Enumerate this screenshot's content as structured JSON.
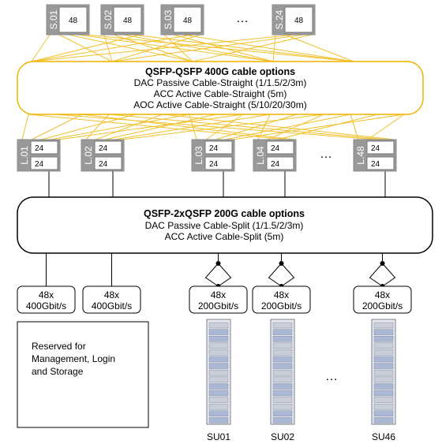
{
  "spine_switches": [
    {
      "name": "S.01",
      "ports": "48"
    },
    {
      "name": "S.02",
      "ports": "48"
    },
    {
      "name": "S.03",
      "ports": "48"
    },
    {
      "name": "S.24",
      "ports": "48"
    }
  ],
  "spine_ellipsis": "…",
  "top_options": {
    "title": "QSFP-QSFP 400G cable options",
    "lines": [
      "DAC Passive Cable-Straight (1/1.5/2/3m)",
      "ACC Active Cable-Straight (5m)",
      "AOC Active Cable-Straight (5/10/20/30m)"
    ]
  },
  "leaf_switches": [
    {
      "name": "L.01",
      "ports_top": "24",
      "ports_bottom": "24"
    },
    {
      "name": "L.02",
      "ports_top": "24",
      "ports_bottom": "24"
    },
    {
      "name": "L.03",
      "ports_top": "24",
      "ports_bottom": "24"
    },
    {
      "name": "L.04",
      "ports_top": "24",
      "ports_bottom": "24"
    },
    {
      "name": "L.48",
      "ports_top": "24",
      "ports_bottom": "24"
    }
  ],
  "leaf_ellipsis": "…",
  "bottom_options": {
    "title": "QSFP-2xQSFP 200G cable options",
    "lines": [
      "DAC Passive Cable-Split (1/1.5/2/3m)",
      "ACC Active Cable-Split (5m)"
    ]
  },
  "port_groups": [
    {
      "count": "48x",
      "speed": "400Gbit/s"
    },
    {
      "count": "48x",
      "speed": "400Gbit/s"
    },
    {
      "count": "48x",
      "speed": "200Gbit/s"
    },
    {
      "count": "48x",
      "speed": "200Gbit/s"
    },
    {
      "count": "48x",
      "speed": "200Gbit/s"
    }
  ],
  "reserved_text": [
    "Reserved for",
    "Management, Login",
    "and Storage"
  ],
  "scalable_units": [
    "SU01",
    "SU02",
    "SU46"
  ],
  "su_ellipsis": "…",
  "colors": {
    "switch_gray": "#999999",
    "link_yellow": "#f2c12e",
    "option_border_yellow": "#f0b400",
    "rack_blue": "#aab8d6"
  }
}
